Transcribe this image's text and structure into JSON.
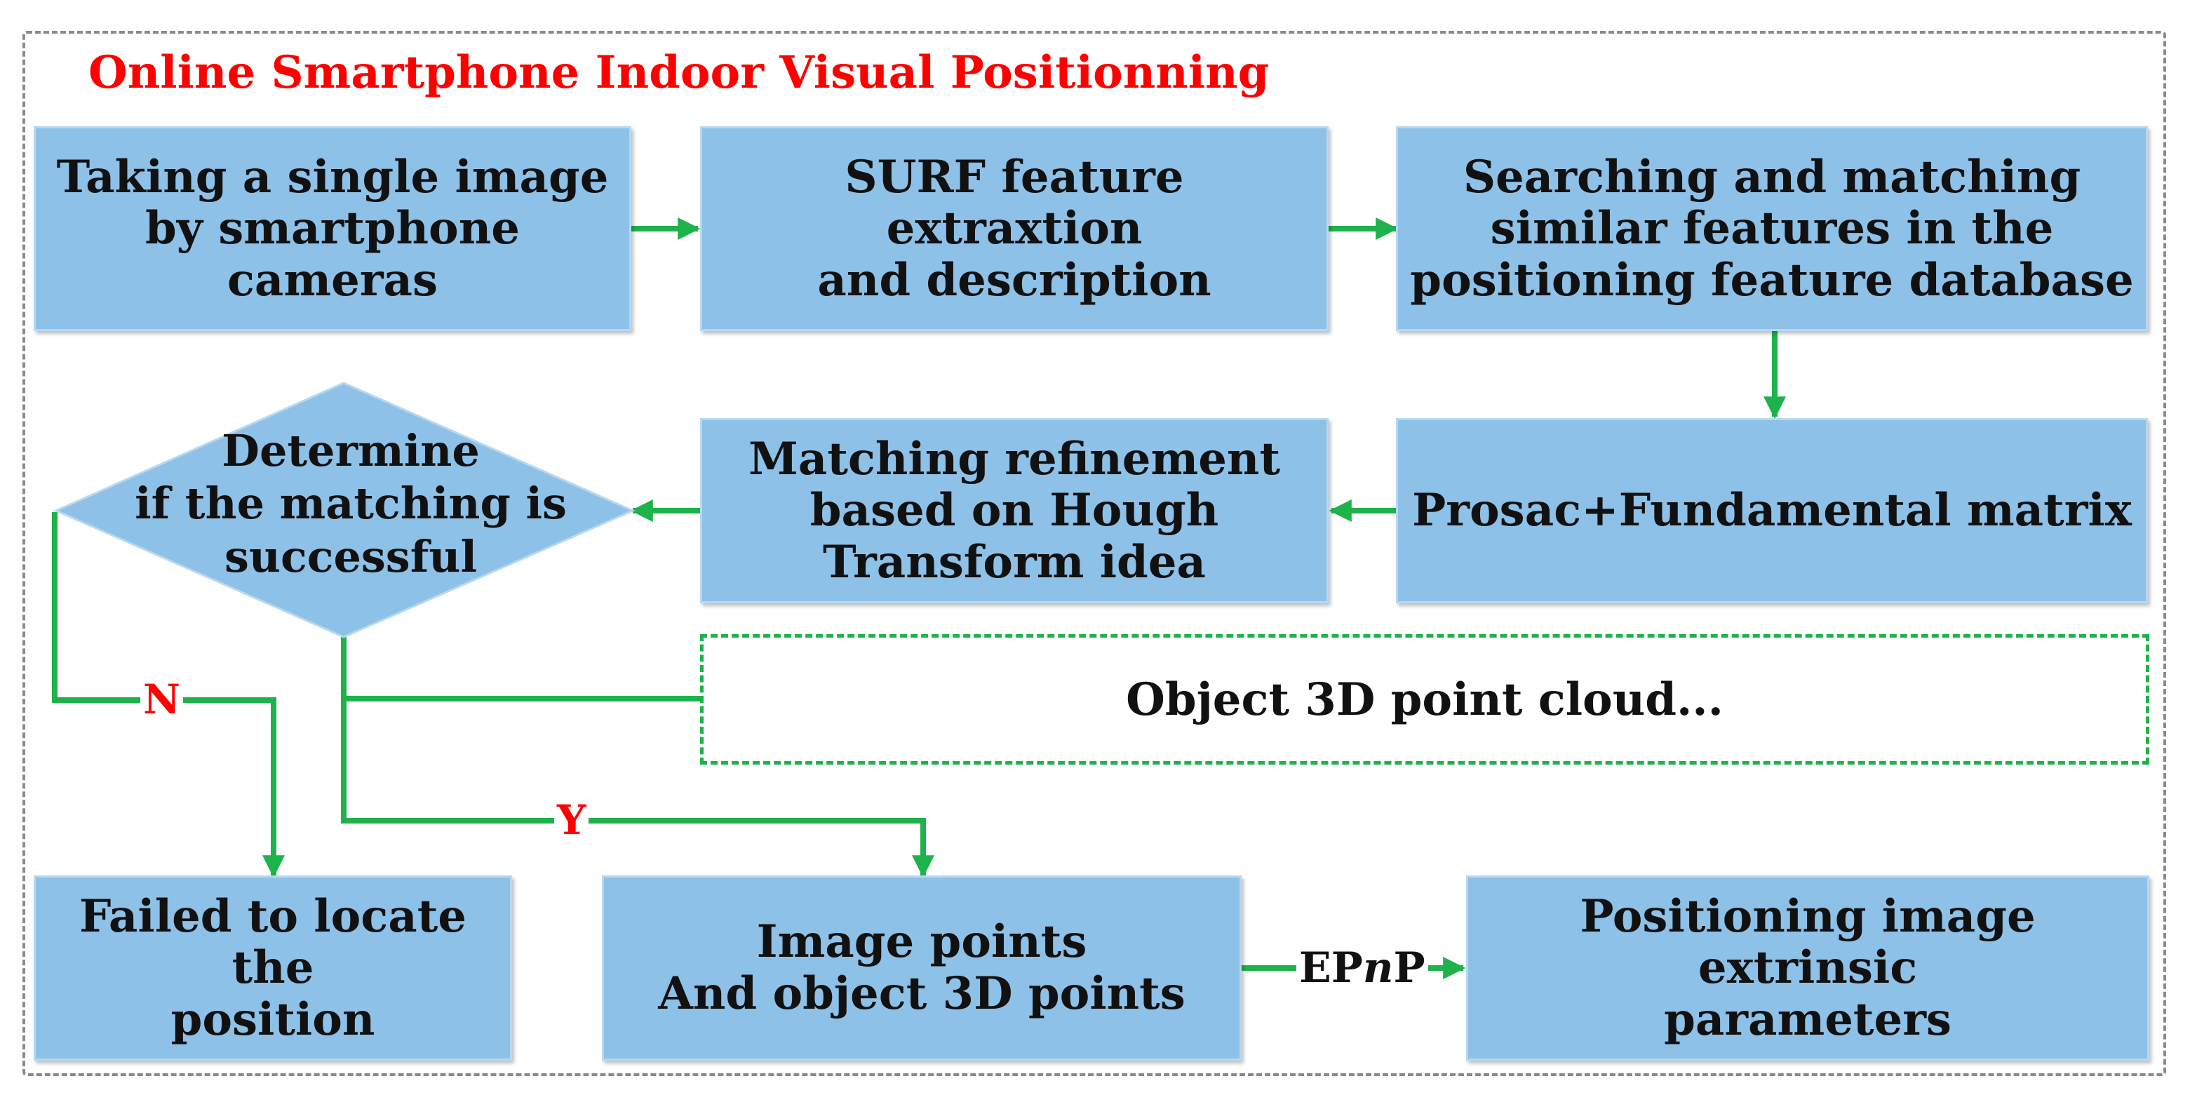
{
  "title": "Online Smartphone Indoor Visual Positionning",
  "nodes": {
    "take_image": "Taking a single image\nby smartphone cameras",
    "surf": "SURF feature extraxtion\nand description",
    "search_match": "Searching and matching\nsimilar features in the\npositioning feature database",
    "prosac": "Prosac+Fundamental matrix",
    "refinement": "Matching refinement\nbased on Hough\nTransform idea",
    "decision": "Determine\nif the matching is\nsuccessful",
    "point_cloud": "Object 3D point cloud...",
    "failed": "Failed to locate the\nposition",
    "image_points": "Image points\nAnd object 3D points",
    "extrinsic": "Positioning image extrinsic\nparameters"
  },
  "edges": {
    "no_label": "N",
    "yes_label": "Y",
    "epnp_prefix": "EP",
    "epnp_italic": "n",
    "epnp_suffix": "P"
  },
  "colors": {
    "box_fill": "#8dc1e8",
    "arrow": "#1db34a",
    "title": "#ff0000",
    "branch_label": "#ff0000"
  }
}
